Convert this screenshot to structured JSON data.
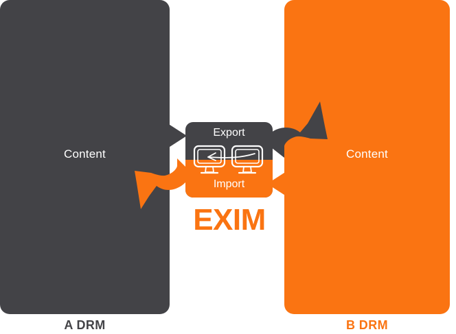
{
  "diagram": {
    "title_text": "EXIM",
    "left_panel": {
      "content_label": "Content",
      "caption": "A DRM",
      "color": "#434347"
    },
    "right_panel": {
      "content_label": "Content",
      "caption": "B DRM",
      "color": "#fa7412"
    },
    "center_card": {
      "top_label": "Export",
      "bottom_label": "Import",
      "top_color": "#434347",
      "bottom_color": "#fa7412",
      "icon_name": "two-monitors-transfer-icon"
    },
    "flow": {
      "left_to_card_arrow": "dark-triangle-right",
      "card_to_right_arrow": "dark-curved-arrow-up-right",
      "right_to_card_arrow": "orange-triangle-left",
      "card_to_left_arrow": "orange-curved-arrow-down-left"
    },
    "colors": {
      "dark": "#434347",
      "orange": "#fa7412",
      "white": "#ffffff"
    }
  }
}
